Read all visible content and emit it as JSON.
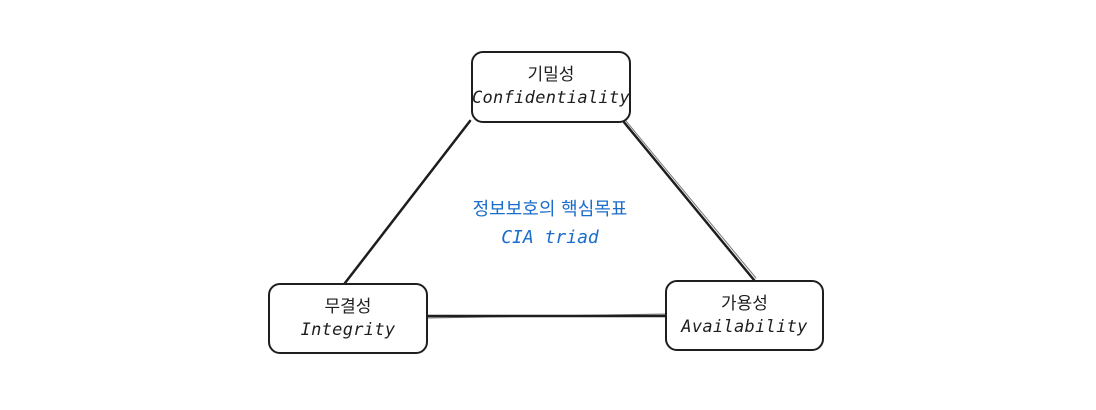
{
  "diagram": {
    "center": {
      "title_ko": "정보보호의 핵심목표",
      "title_en": "CIA triad"
    },
    "nodes": [
      {
        "id": "confidentiality",
        "label_ko": "기밀성",
        "label_en": "Confidentiality"
      },
      {
        "id": "integrity",
        "label_ko": "무결성",
        "label_en": "Integrity"
      },
      {
        "id": "availability",
        "label_ko": "가용성",
        "label_en": "Availability"
      }
    ],
    "edges": [
      {
        "from": "confidentiality",
        "to": "integrity"
      },
      {
        "from": "confidentiality",
        "to": "availability"
      },
      {
        "from": "integrity",
        "to": "availability"
      }
    ]
  },
  "colors": {
    "stroke": "#1e1e1e",
    "accent_text": "#1a6dcb",
    "background": "#ffffff"
  }
}
